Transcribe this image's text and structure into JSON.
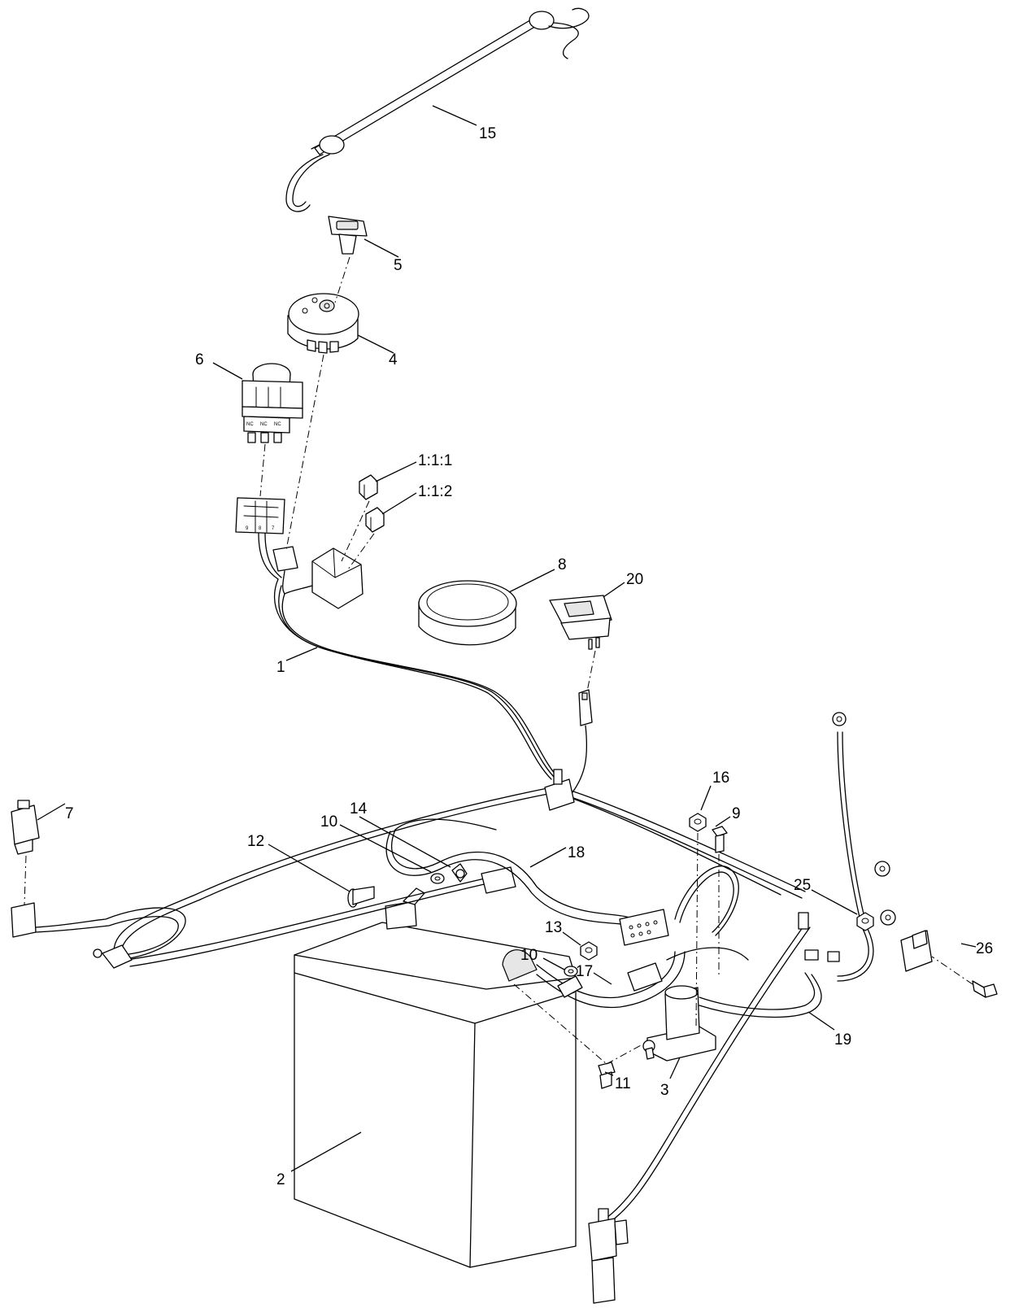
{
  "diagram": {
    "callouts": {
      "c15": "15",
      "c5": "5",
      "c4": "4",
      "c6": "6",
      "c1_1_1": "1:1:1",
      "c1_1_2": "1:1:2",
      "c8": "8",
      "c20": "20",
      "c1": "1",
      "c7": "7",
      "c16": "16",
      "c9": "9",
      "c14": "14",
      "c10a": "10",
      "c12": "12",
      "c18": "18",
      "c25": "25",
      "c13": "13",
      "c10b": "10",
      "c26": "26",
      "c17": "17",
      "c19": "19",
      "c11": "11",
      "c3": "3",
      "c2": "2"
    },
    "pin_labels": {
      "nc1": "NC",
      "nc2": "NC",
      "nc3": "NC",
      "t9": "9",
      "t8": "8",
      "t7": "7"
    }
  }
}
